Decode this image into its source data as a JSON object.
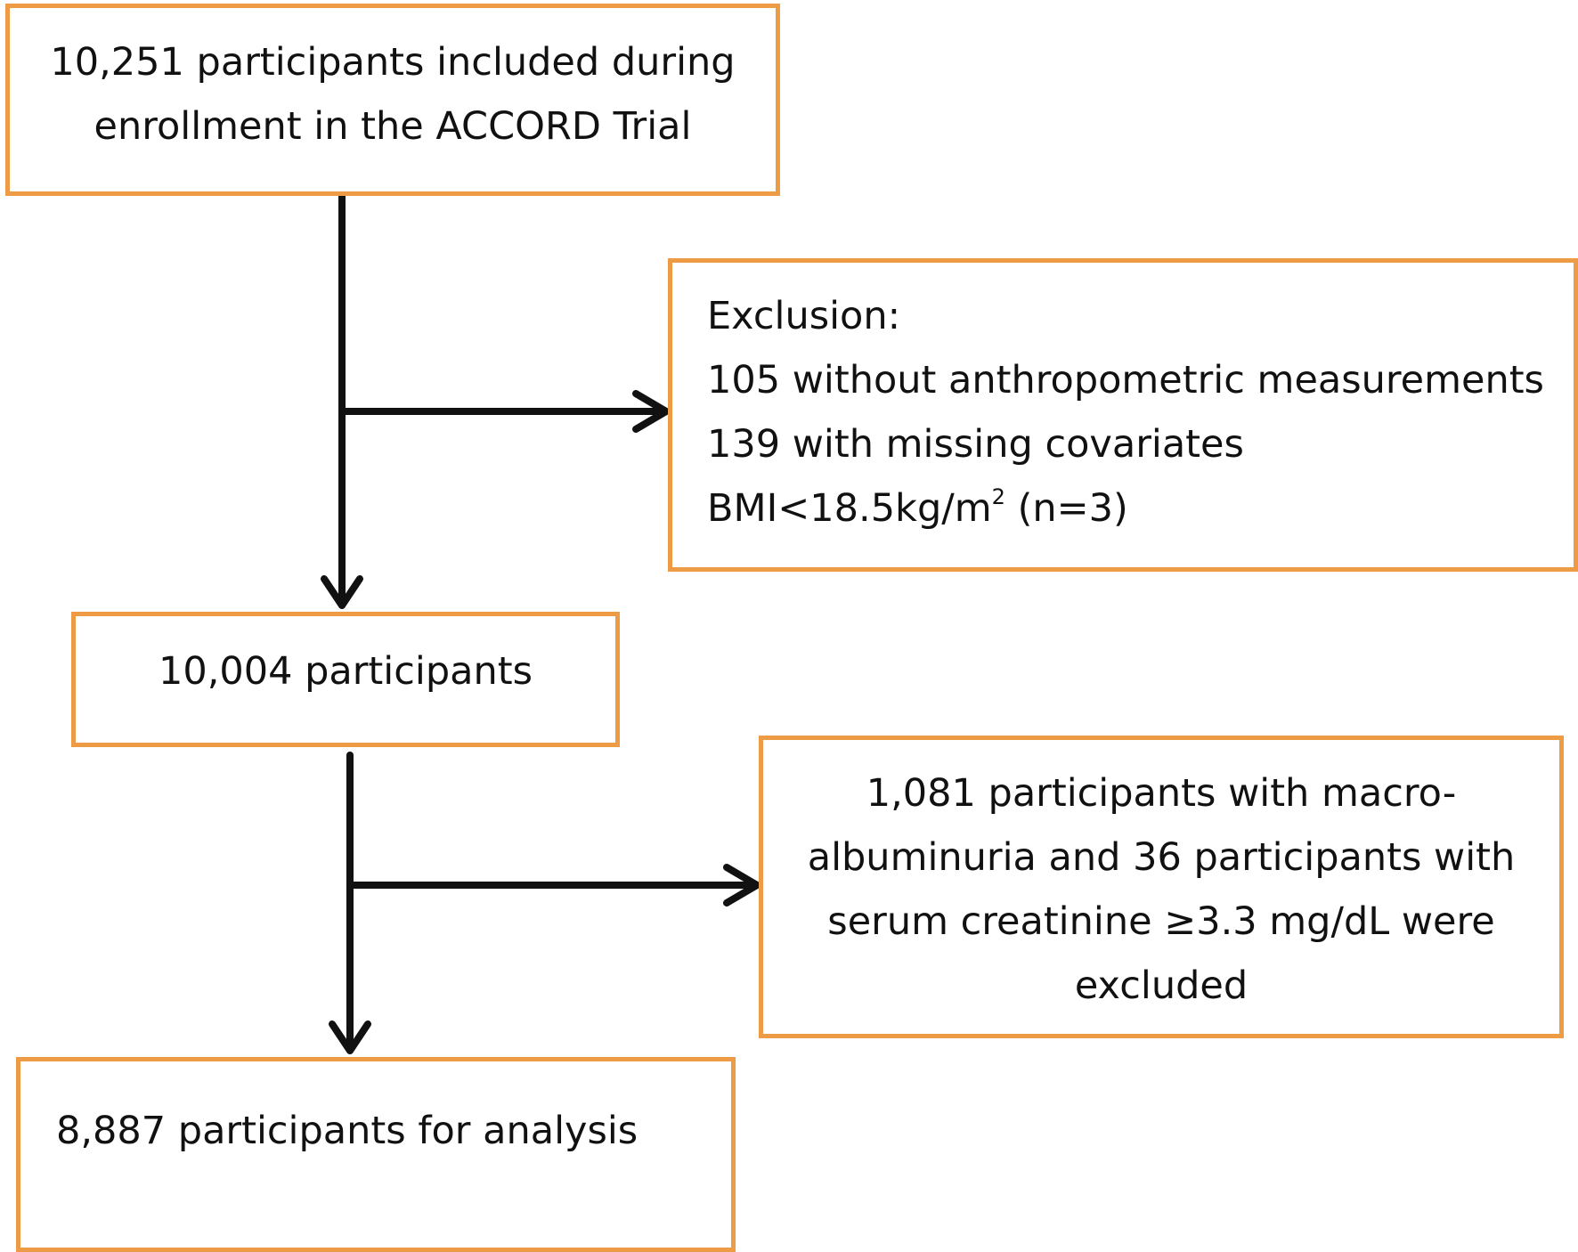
{
  "boxes": {
    "enrollment": {
      "lines": [
        "10,251 participants included during",
        "enrollment in the ACCORD Trial"
      ]
    },
    "exclusion_1": {
      "heading": "Exclusion:",
      "lines": [
        "105 without anthropometric measurements",
        "139 with missing covariates"
      ],
      "bmi_prefix": "BMI<18.5kg/m",
      "bmi_sup": "2",
      "bmi_suffix": " (n=3)"
    },
    "after_exclusion_1": {
      "lines": [
        "10,004 participants"
      ]
    },
    "exclusion_2": {
      "lines": [
        "1,081 participants with macro-",
        "albuminuria and 36 participants with",
        "serum creatinine ≥3.3 mg/dL were",
        "excluded"
      ]
    },
    "analysis": {
      "lines": [
        "8,887 participants for analysis"
      ]
    }
  },
  "colors": {
    "box_border": "#ED9B45",
    "arrow": "#111111",
    "text": "#111111"
  }
}
